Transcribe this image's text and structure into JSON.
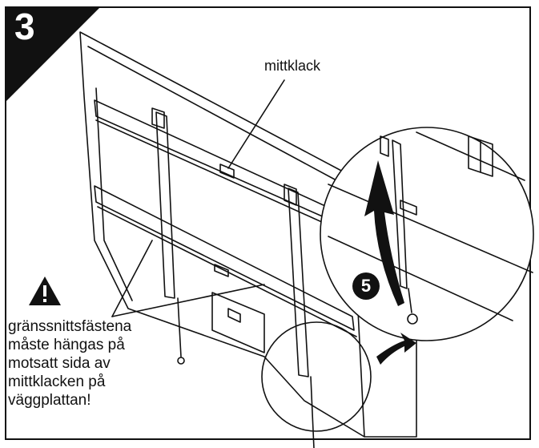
{
  "step": {
    "number": "3"
  },
  "labels": {
    "center_bracket": "mittklack",
    "warning_text": "gränssnittsfästena\nmåste hängas på\nmotsatt sida av\nmittklacken på\nväggplattan!"
  },
  "callout": {
    "number": "5"
  },
  "icons": {
    "warning": "warning-triangle-icon",
    "rotate_arrow": "curved-arrow-icon"
  },
  "colors": {
    "line": "#111111",
    "background": "#ffffff"
  }
}
